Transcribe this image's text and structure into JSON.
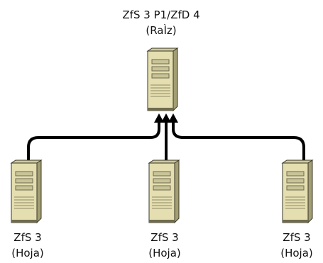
{
  "root": {
    "line1": "ZfS 3 P1/ZfD 4",
    "line2": "(RaÌz)"
  },
  "leaves": [
    {
      "line1": "ZfS 3",
      "line2": "(Hoja)"
    },
    {
      "line1": "ZfS 3",
      "line2": "(Hoja)"
    },
    {
      "line1": "ZfS 3",
      "line2": "(Hoja)"
    }
  ],
  "colors": {
    "server_face": "#e4deb0",
    "server_side": "#b7b184",
    "server_dark": "#6f6b4f",
    "connector": "#000000"
  },
  "icons": {
    "root": "server-tower-icon",
    "leaf": "server-tower-icon"
  }
}
